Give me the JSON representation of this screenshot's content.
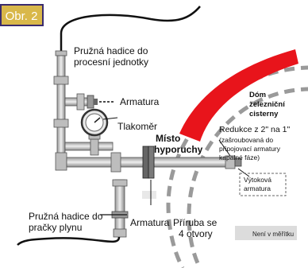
{
  "figure_label": "Obr. 2",
  "labels": {
    "hose_process": [
      "Pružná hadice do",
      "procesní jednotky"
    ],
    "fitting_top": "Armatura",
    "gauge": "Tlakoměr",
    "rupture_point": [
      "Místo",
      "hyporuchy"
    ],
    "tank_dome": [
      "Dóm",
      "železniční",
      "cisterny"
    ],
    "reducer": [
      "Redukce z 2\" na 1\"",
      "(zašroubovaná do",
      "připojovací armatury",
      "kapalné fáze)"
    ],
    "discharge_fitting": [
      "Výtoková",
      "armatura"
    ],
    "hose_scrubber": [
      "Pružná hadice do",
      "pračky plynu"
    ],
    "fitting_bottom": "Armatura",
    "flange": [
      "Příruba se",
      "4 otvory"
    ],
    "not_to_scale": "Není v měřítku"
  },
  "colors": {
    "title_bg": "#d9b84a",
    "title_border": "#3a2b6e",
    "title_text": "#ffffff",
    "hose_red": "#e8141b",
    "tank_dashes": "#9a9a9a",
    "pipe_fill": "#c8c8c8",
    "pipe_stroke": "#555555",
    "scale_box": "#dcdcdc"
  }
}
